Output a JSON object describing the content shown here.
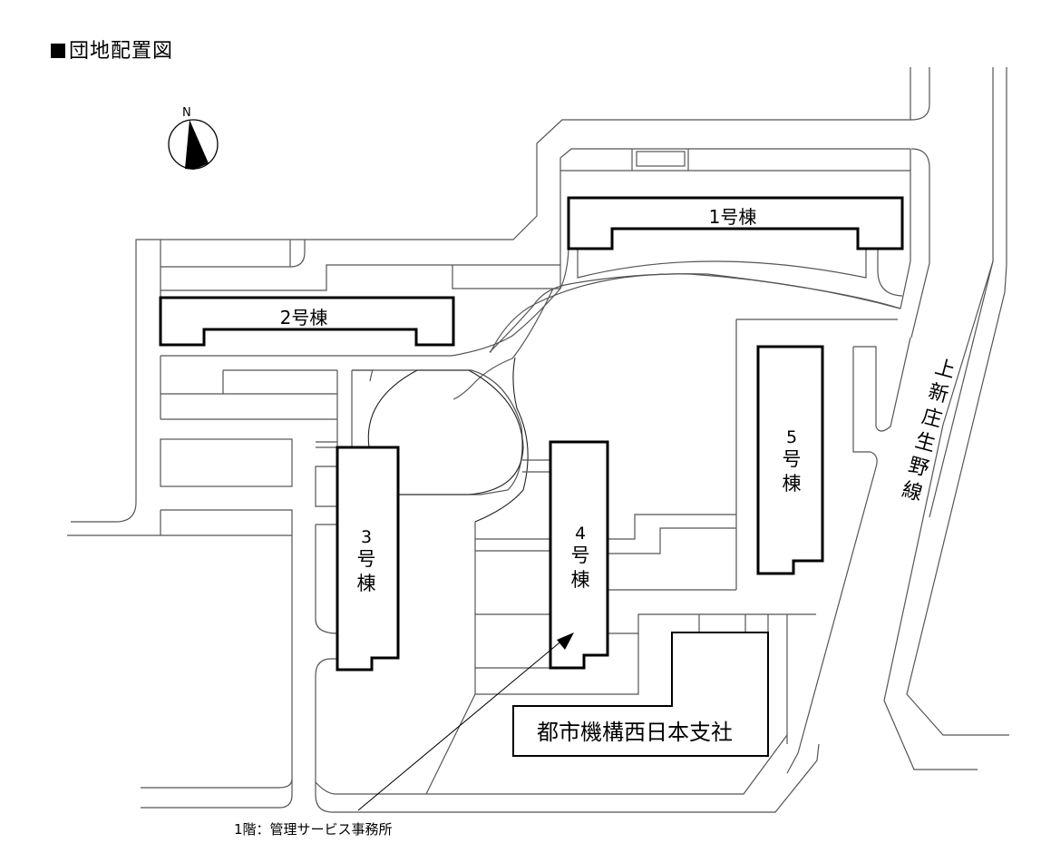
{
  "title": "団地配置図",
  "compass": {
    "label": "N"
  },
  "buildings": [
    {
      "id": "1",
      "label": "1号棟"
    },
    {
      "id": "2",
      "label": "2号棟"
    },
    {
      "id": "3",
      "label_num": "3",
      "label_rest": [
        "号",
        "棟"
      ]
    },
    {
      "id": "4",
      "label_num": "4",
      "label_rest": [
        "号",
        "棟"
      ]
    },
    {
      "id": "5",
      "label_num": "5",
      "label_rest": [
        "号",
        "棟"
      ]
    }
  ],
  "office": {
    "label": "都市機構西日本支社"
  },
  "road": {
    "label_chars": [
      "上",
      "新",
      "庄",
      "生",
      "野",
      "線"
    ]
  },
  "annotation": {
    "label": "1階：管理サービス事務所"
  }
}
